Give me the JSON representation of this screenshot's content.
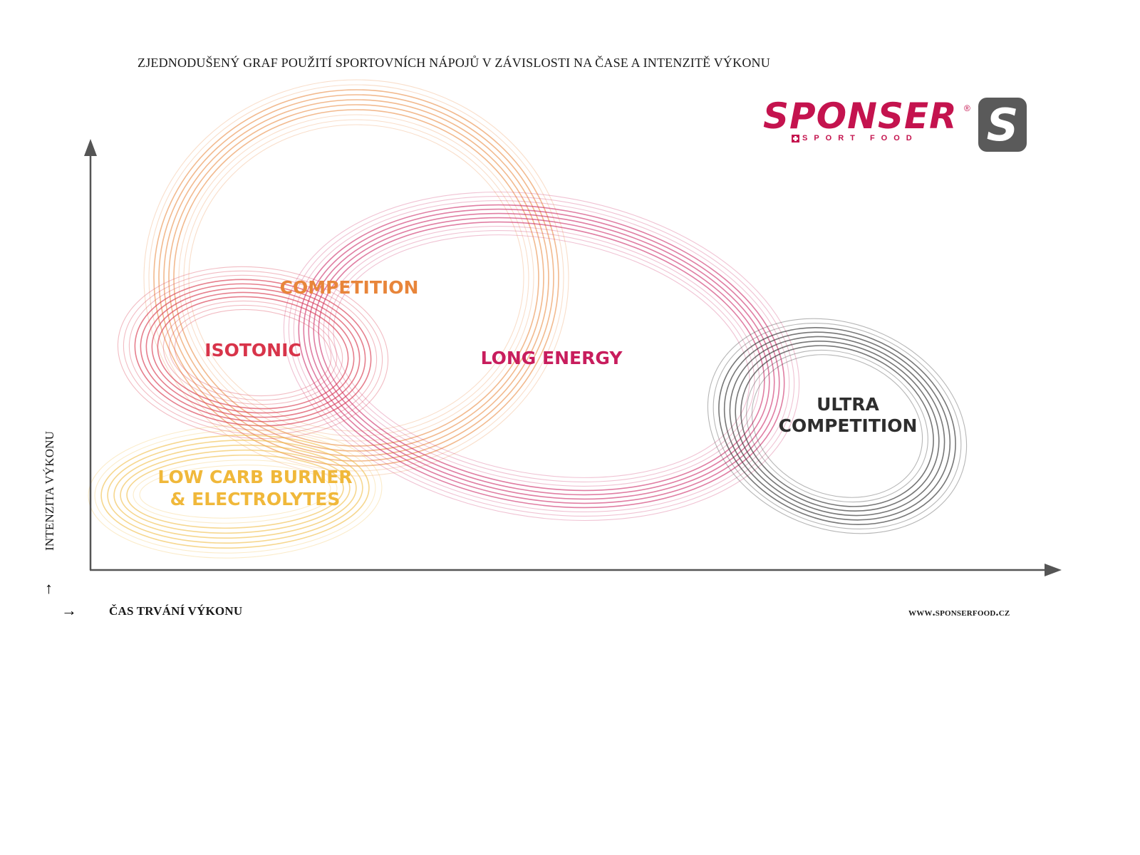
{
  "title": "ZJEDNODUŠENÝ GRAF POUŽITÍ SPORTOVNÍCH NÁPOJŮ V ZÁVISLOSTI NA ČASE A  INTENZITĚ VÝKONU",
  "axes": {
    "y_label": "INTENZITA VÝKONU",
    "x_label": "ČAS TRVÁNÍ VÝKONU",
    "y_arrow_glyph": "↑",
    "x_arrow_glyph": "→"
  },
  "logo": {
    "wordmark": "SPONSER",
    "registered": "®",
    "tagline": "SPORT FOOD",
    "badge_letter": "S",
    "color": "#c4134e",
    "badge_color": "#5a5a5a"
  },
  "url": "www.sponserfood.cz",
  "regions": [
    {
      "id": "competition",
      "lines": [
        "COMPETITION"
      ],
      "color": "#e8853a"
    },
    {
      "id": "isotonic",
      "lines": [
        "ISOTONIC"
      ],
      "color": "#d8344a"
    },
    {
      "id": "long-energy",
      "lines": [
        "LONG ENERGY"
      ],
      "color": "#c81d5d"
    },
    {
      "id": "ultra-competition",
      "lines": [
        "ULTRA",
        "COMPETITION"
      ],
      "color": "#2e2e2e"
    },
    {
      "id": "low-carb",
      "lines": [
        "LOW CARB BURNER",
        "& ELECTROLYTES"
      ],
      "color": "#f0b83a"
    }
  ]
}
